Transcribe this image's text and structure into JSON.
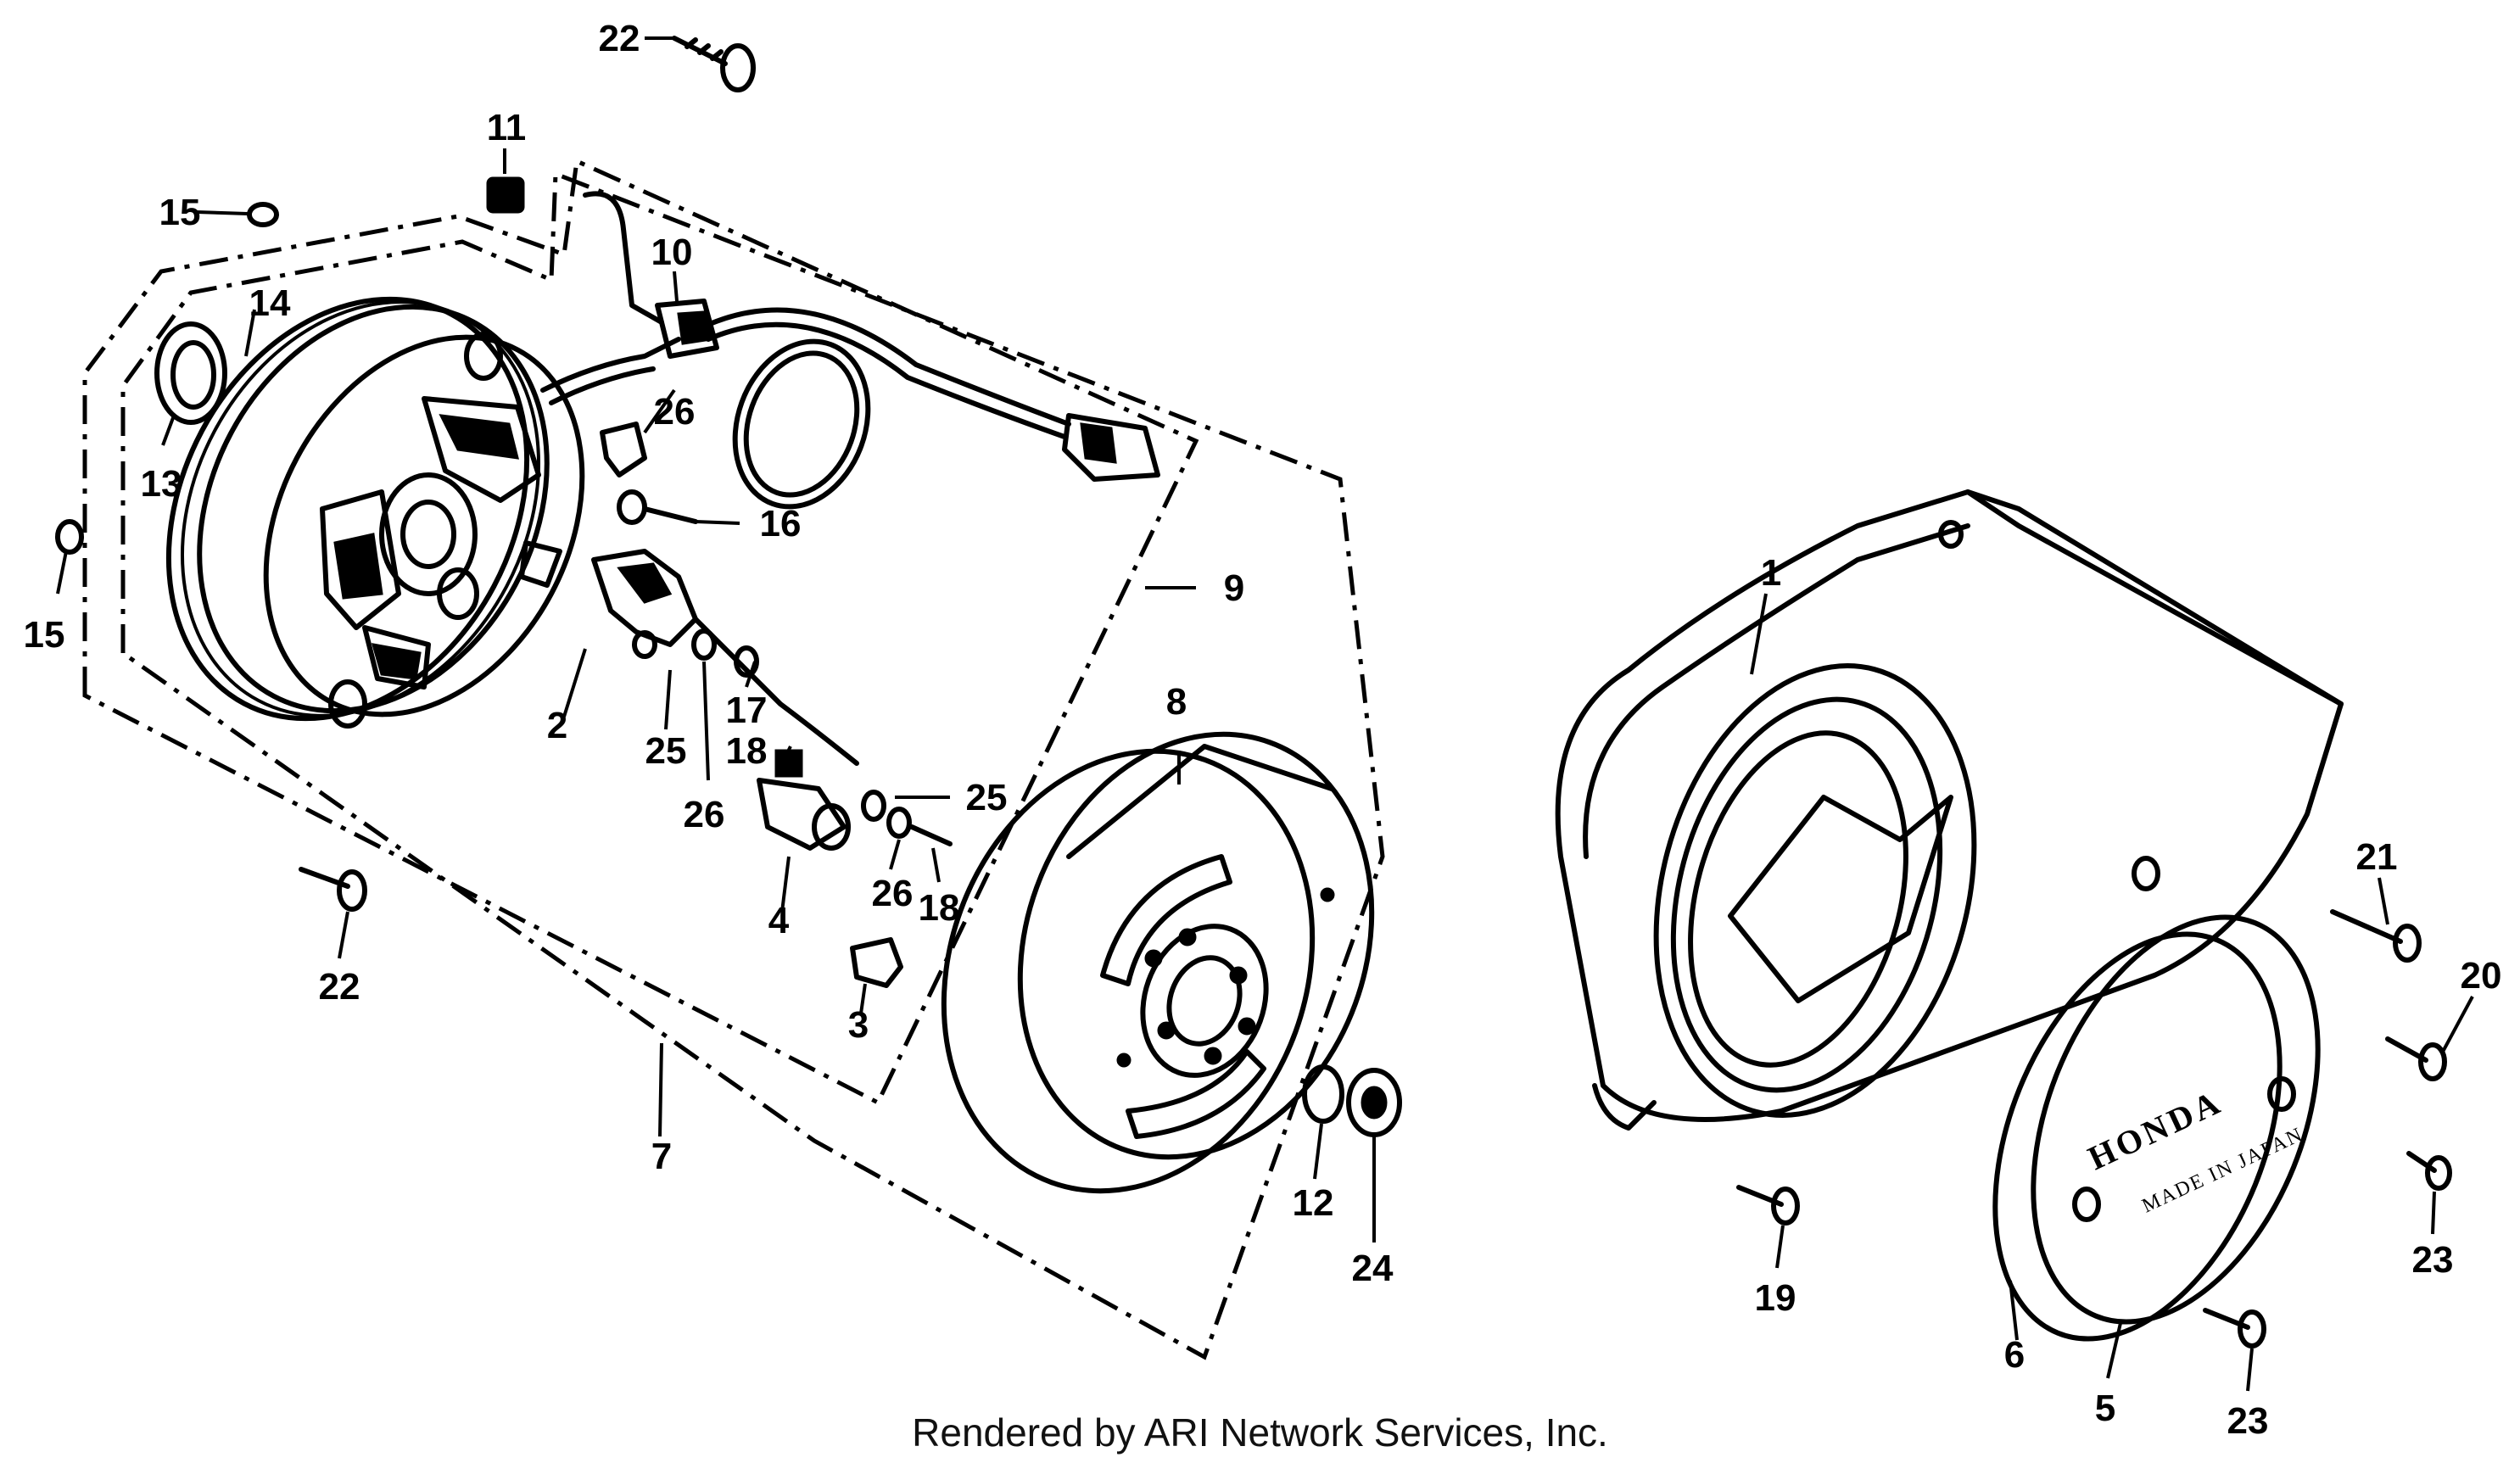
{
  "diagram": {
    "callouts": [
      {
        "id": "c1",
        "label": "1"
      },
      {
        "id": "c2",
        "label": "2"
      },
      {
        "id": "c3",
        "label": "3"
      },
      {
        "id": "c4",
        "label": "4"
      },
      {
        "id": "c5",
        "label": "5"
      },
      {
        "id": "c6",
        "label": "6"
      },
      {
        "id": "c7",
        "label": "7"
      },
      {
        "id": "c8",
        "label": "8"
      },
      {
        "id": "c9",
        "label": "9"
      },
      {
        "id": "c10",
        "label": "10"
      },
      {
        "id": "c11",
        "label": "11"
      },
      {
        "id": "c12",
        "label": "12"
      },
      {
        "id": "c13",
        "label": "13"
      },
      {
        "id": "c14",
        "label": "14"
      },
      {
        "id": "c15a",
        "label": "15"
      },
      {
        "id": "c15b",
        "label": "15"
      },
      {
        "id": "c16",
        "label": "16"
      },
      {
        "id": "c17",
        "label": "17"
      },
      {
        "id": "c18a",
        "label": "18"
      },
      {
        "id": "c18b",
        "label": "18"
      },
      {
        "id": "c19",
        "label": "19"
      },
      {
        "id": "c20",
        "label": "20"
      },
      {
        "id": "c21",
        "label": "21"
      },
      {
        "id": "c22a",
        "label": "22"
      },
      {
        "id": "c22b",
        "label": "22"
      },
      {
        "id": "c23a",
        "label": "23"
      },
      {
        "id": "c23b",
        "label": "23"
      },
      {
        "id": "c24",
        "label": "24"
      },
      {
        "id": "c25a",
        "label": "25"
      },
      {
        "id": "c25b",
        "label": "25"
      },
      {
        "id": "c26a",
        "label": "26"
      },
      {
        "id": "c26b",
        "label": "26"
      },
      {
        "id": "c26c",
        "label": "26"
      }
    ],
    "cover_brand": "HONDA",
    "cover_origin": "MADE IN JAPAN"
  },
  "footer": {
    "credit": "Rendered by ARI Network Services, Inc."
  }
}
